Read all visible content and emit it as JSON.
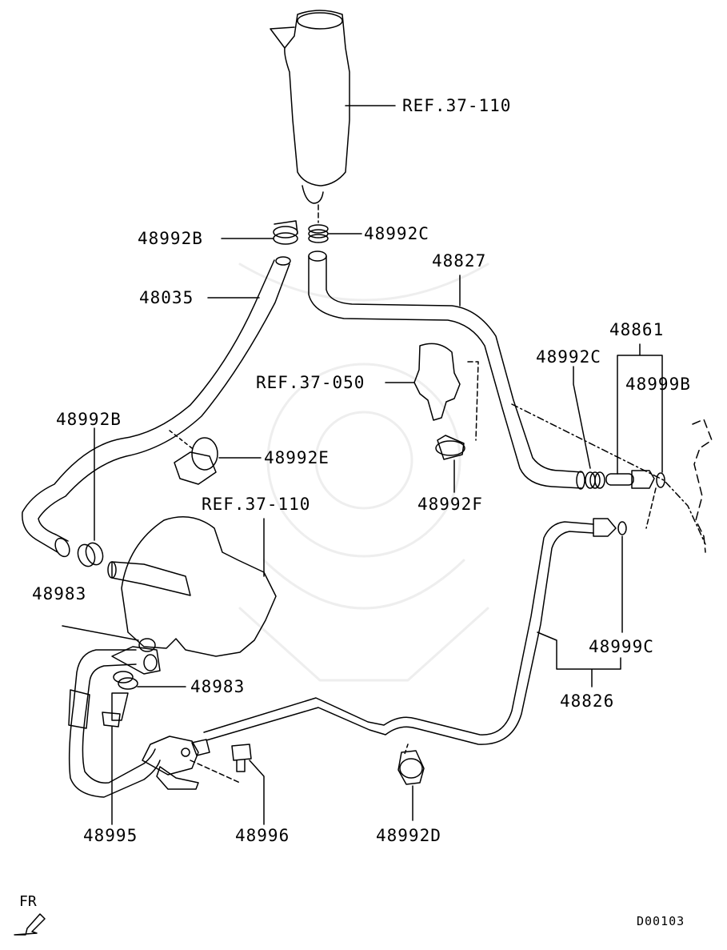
{
  "diagram": {
    "labels": {
      "ref_reservoir": "REF.37-110",
      "clamp_b_top": "48992B",
      "clamp_c_top": "48992C",
      "hose_return": "48827",
      "hose_suction": "48035",
      "union_group": "48861",
      "clamp_c_right": "48992C",
      "oring_b": "48999B",
      "ref_pump_bracket": "REF.37-050",
      "clamp_b_left": "48992B",
      "clamp_e": "48992E",
      "clamp_f": "48992F",
      "ref_pump": "REF.37-110",
      "gasket_upper": "48983",
      "gasket_lower": "48983",
      "oring_c": "48999C",
      "pressure_tube": "48826",
      "eye_bolt": "48995",
      "bolt": "48996",
      "clamp_d": "48992D"
    },
    "direction_label": "FR",
    "diagram_code": "D00103"
  }
}
